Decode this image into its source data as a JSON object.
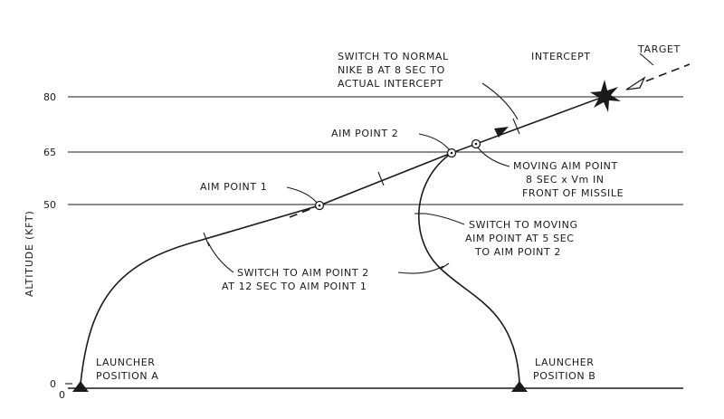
{
  "axis": {
    "ylabel": "ALTITUDE (KFT)",
    "origin": "0",
    "ticks": [
      "80",
      "65",
      "50",
      "0"
    ]
  },
  "labels": {
    "switch_normal": [
      "SWITCH TO NORMAL",
      "NIKE B AT 8 SEC TO",
      "ACTUAL INTERCEPT"
    ],
    "intercept": "INTERCEPT",
    "target": "TARGET",
    "aim_point_2": "AIM POINT 2",
    "aim_point_1": "AIM POINT 1",
    "moving_aim": [
      "MOVING AIM POINT",
      "8 SEC x Vm IN",
      "FRONT OF MISSILE"
    ],
    "switch_moving": [
      "SWITCH TO MOVING",
      "AIM POINT AT 5 SEC",
      "TO AIM POINT 2"
    ],
    "switch_aim2": [
      "SWITCH TO AIM POINT 2",
      "AT 12 SEC TO AIM POINT 1"
    ],
    "launcher_a": [
      "LAUNCHER",
      "POSITION A"
    ],
    "launcher_b": [
      "LAUNCHER",
      "POSITION B"
    ]
  }
}
